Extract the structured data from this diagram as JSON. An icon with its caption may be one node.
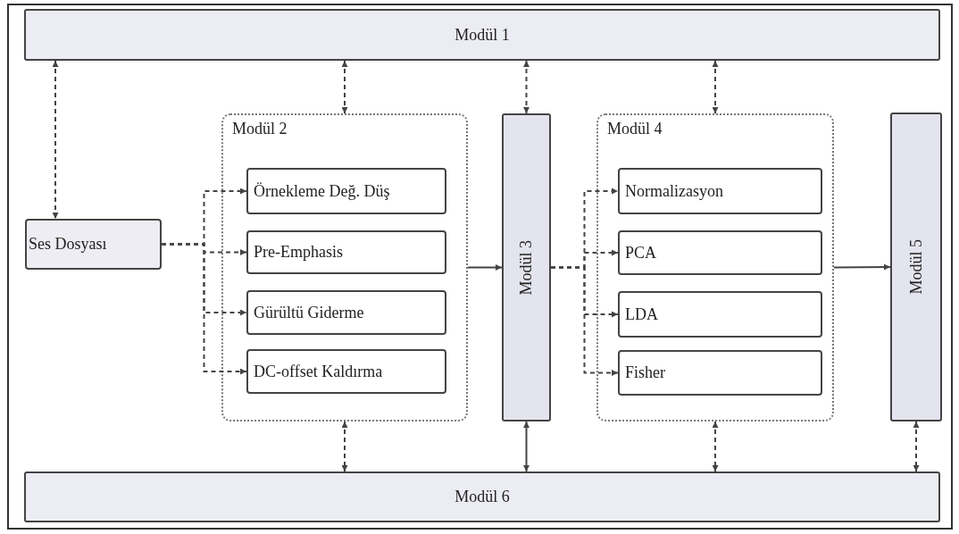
{
  "diagram": {
    "nodes": [
      {
        "text": [
          "Modül 1"
        ]
      },
      {
        "text": [
          "Ses Dosyası"
        ]
      },
      {
        "text": [
          "Modül 2"
        ]
      },
      {
        "text": [
          "Örnekleme Değ. Düş"
        ],
        "in": 2
      },
      {
        "text": [
          "Pre-Emphasis"
        ],
        "in": 2
      },
      {
        "text": [
          "Gürültü Giderme"
        ],
        "in": 2
      },
      {
        "text": [
          "DC-offset Kaldırma"
        ],
        "in": 2
      },
      {
        "text": [
          "Modül 3"
        ]
      },
      {
        "text": [
          "Modül 4"
        ]
      },
      {
        "text": [
          "Normalizasyon"
        ],
        "in": 8
      },
      {
        "text": [
          "PCA"
        ],
        "in": 8
      },
      {
        "text": [
          "LDA"
        ],
        "in": 8
      },
      {
        "text": [
          "Fisher"
        ],
        "in": 8
      },
      {
        "text": [
          "Modül 5"
        ]
      },
      {
        "text": [
          "Modül 6"
        ]
      }
    ],
    "edges": [
      {
        "from": 0,
        "to": 1,
        "arrow": "both",
        "style": "dashed"
      },
      {
        "from": 0,
        "to": 2,
        "arrow": "both",
        "style": "dashed"
      },
      {
        "from": 0,
        "to": 7,
        "arrow": "both",
        "style": "dashed"
      },
      {
        "from": 0,
        "to": 8,
        "arrow": "both",
        "style": "dashed"
      },
      {
        "from": 1,
        "to": 3,
        "arrow": "to",
        "style": "dashed"
      },
      {
        "from": 1,
        "to": 4,
        "arrow": "to",
        "style": "dashed"
      },
      {
        "from": 1,
        "to": 5,
        "arrow": "to",
        "style": "dashed"
      },
      {
        "from": 1,
        "to": 6,
        "arrow": "to",
        "style": "dashed"
      },
      {
        "from": 2,
        "to": 7,
        "arrow": "to"
      },
      {
        "from": 7,
        "to": 9,
        "arrow": "to",
        "style": "dashed"
      },
      {
        "from": 7,
        "to": 10,
        "arrow": "to",
        "style": "dashed"
      },
      {
        "from": 7,
        "to": 11,
        "arrow": "to",
        "style": "dashed"
      },
      {
        "from": 7,
        "to": 12,
        "arrow": "to",
        "style": "dashed"
      },
      {
        "from": 8,
        "to": 13,
        "arrow": "to"
      },
      {
        "from": 2,
        "to": 14,
        "arrow": "both",
        "style": "dashed"
      },
      {
        "from": 7,
        "to": 14,
        "arrow": "both"
      },
      {
        "from": 8,
        "to": 14,
        "arrow": "both",
        "style": "dashed"
      },
      {
        "from": 13,
        "to": 14,
        "arrow": "both",
        "style": "dashed"
      }
    ]
  }
}
